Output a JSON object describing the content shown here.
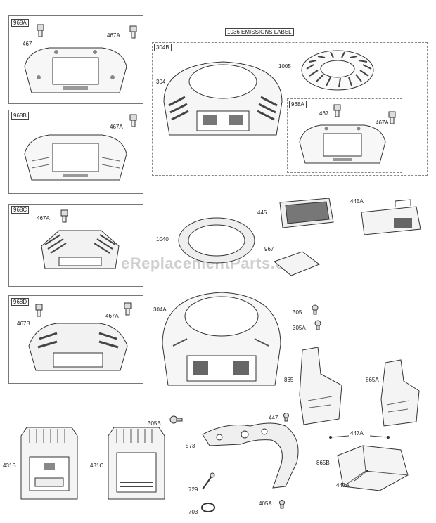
{
  "watermark": "eReplacementParts.com",
  "emissions_label": "1036 EMISSIONS LABEL",
  "boxes": {
    "b968a_top": "968A",
    "b304b": "304B",
    "b968a_inner": "968A",
    "b968b": "968B",
    "b968c": "968C",
    "b968d": "968D"
  },
  "labels": {
    "p467": "467",
    "p467a_1": "467A",
    "p304": "304",
    "p1005": "1005",
    "p467_inner": "467",
    "p467a_inner": "467A",
    "p467a_2": "467A",
    "p467a_3": "467A",
    "p445": "445",
    "p445a": "445A",
    "p1040": "1040",
    "p967": "967",
    "p467b": "467B",
    "p467a_4": "467A",
    "p304a": "304A",
    "p305": "305",
    "p305a": "305A",
    "p865": "865",
    "p865a": "865A",
    "p447": "447",
    "p447a_1": "447A",
    "p305b": "305B",
    "p573": "573",
    "p431b": "431B",
    "p431c": "431C",
    "p865b": "865B",
    "p447a_2": "447A",
    "p729": "729",
    "p703": "703",
    "p405a": "405A"
  }
}
